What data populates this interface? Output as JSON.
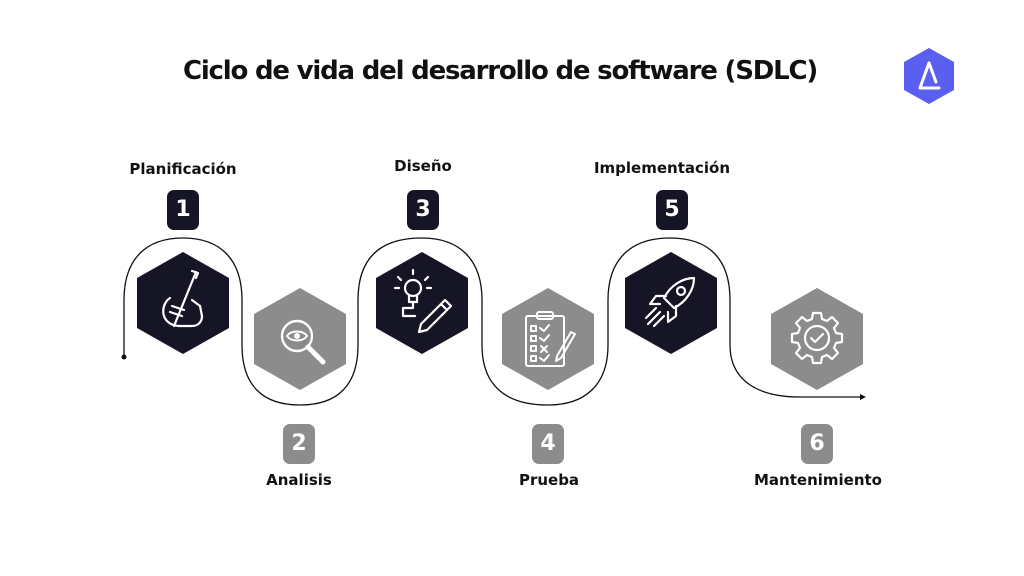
{
  "title": "Ciclo de vida del desarrollo de software (SDLC)",
  "logo_icon": "delta-logo-icon",
  "colors": {
    "dark": "#151525",
    "gray": "#8c8c8c",
    "logo": "#5b5ff0"
  },
  "steps": [
    {
      "number": "1",
      "label": "Planificación",
      "icon": "hand-pencil-icon"
    },
    {
      "number": "2",
      "label": "Analisis",
      "icon": "magnifier-eye-icon"
    },
    {
      "number": "3",
      "label": "Diseño",
      "icon": "lightbulb-pencil-icon"
    },
    {
      "number": "4",
      "label": "Prueba",
      "icon": "clipboard-checklist-icon"
    },
    {
      "number": "5",
      "label": "Implementación",
      "icon": "rocket-icon"
    },
    {
      "number": "6",
      "label": "Mantenimiento",
      "icon": "gear-check-icon"
    }
  ]
}
